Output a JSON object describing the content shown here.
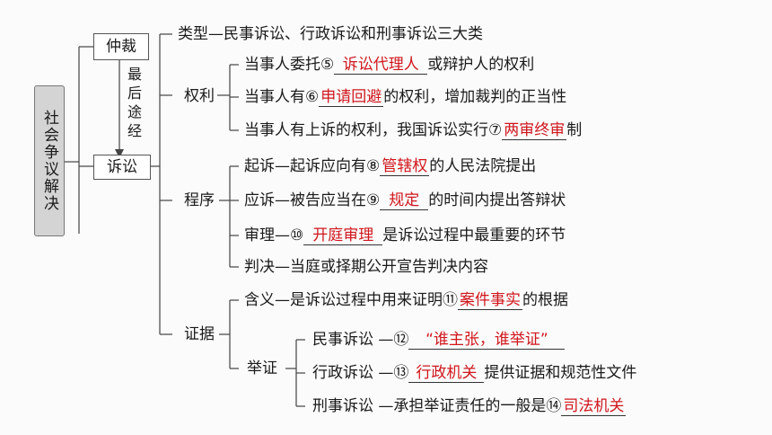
{
  "root_label": "社会争议解决",
  "arbitration": "仲裁",
  "arrow_label": "最后途经",
  "litigation": "诉讼",
  "types": "类型—民事诉讼、行政诉讼和刑事诉讼三大类",
  "rights": {
    "label": "权利",
    "r1": {
      "pre": "当事人委托⑤",
      "ans": "诉讼代理人",
      "post": "或辩护人的权利"
    },
    "r2": {
      "pre": "当事人有⑥",
      "ans": "申请回避",
      "post": "的权利，增加裁判的正当性"
    },
    "r3": {
      "pre": "当事人有上诉的权利，我国诉讼实行⑦",
      "ans": "两审终审",
      "post": "制"
    }
  },
  "procedure": {
    "label": "程序",
    "p1": {
      "pre": "起诉—起诉应向有⑧",
      "ans": "管辖权",
      "post": "的人民法院提出"
    },
    "p2": {
      "pre": "应诉—被告应当在⑨",
      "ans": "规定",
      "post": "的时间内提出答辩状"
    },
    "p3": {
      "pre": "审理—⑩",
      "ans": "开庭审理",
      "post": "是诉讼过程中最重要的环节"
    },
    "p4": "判决—当庭或择期公开宣告判决内容"
  },
  "evidence": {
    "label": "证据",
    "meaning": {
      "pre": "含义—是诉讼过程中用来证明⑪",
      "ans": "案件事实",
      "post": "的根据"
    },
    "burden_label": "举证",
    "b1": {
      "pre": "民事诉讼 —⑫",
      "ans": "“谁主张，谁举证”"
    },
    "b2": {
      "pre": "行政诉讼 —⑬",
      "ans": "行政机关",
      "post": "提供证据和规范性文件"
    },
    "b3": {
      "pre": "刑事诉讼 —承担举证责任的一般是⑭",
      "ans": "司法机关"
    }
  }
}
